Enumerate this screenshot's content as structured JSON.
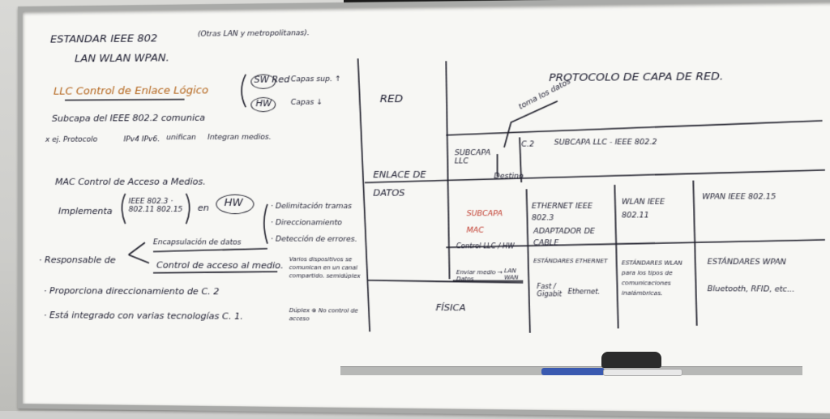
{
  "board": {
    "header": {
      "title": "ESTANDAR IEEE 802",
      "subtitle": "LAN WLAN WPAN.",
      "note": "(Otras LAN y metropolitanas)."
    },
    "left": {
      "llc_title": "LLC Control de Enlace Lógico",
      "sw_label": "SW Red",
      "sw_note": "Capas sup. ↑",
      "hw_label": "HW",
      "hw_note": "Capas ↓",
      "sublayer": "Subcapa del IEEE 802.2 comunica",
      "protocol_prefix": "x ej. Protocolo",
      "protocol_list": "IPv4 IPv6.",
      "unifican": "unifican",
      "integrar": "Integran medios.",
      "mac_title": "MAC Control de Acceso a Medios.",
      "implementa": "Implementa",
      "standards_list": "IEEE 802.3 · 802.11 802.15",
      "en_label": "en",
      "en_hw": "HW",
      "bullet_1": "· Delimitación tramas",
      "bullet_2": "· Direccionamiento",
      "bullet_3": "· Detección de errores.",
      "encapsulacion": "Encapsulación de datos",
      "responsable": "· Responsable de",
      "control_acceso": "Control de acceso al medio.",
      "varios": "Varios dispositivos se comunican en un canal compartido. semidúplex",
      "duplex": "Dúplex ⊗ No control de acceso",
      "proporciona": "· Proporciona direccionamiento de C. 2",
      "integrado": "· Está integrado con varias tecnologías C. 1."
    },
    "right": {
      "protocolo_red": "PROTOCOLO DE CAPA DE RED.",
      "red": "RED",
      "enlace_de_datos": "ENLACE DE DATOS",
      "fisica": "FÍSICA",
      "toma_datos": "toma los datos",
      "subcapa_llc": "SUBCAPA LLC",
      "c2": "C.2",
      "destino": "Destino",
      "subcapa_llc_ieee": "SUBCAPA LLC - IEEE 802.2",
      "subcapa_mac": "SUBCAPA MAC",
      "control_llc_hw": "Control LLC / HW",
      "enviar_medio": "Enviar medio → Datos",
      "lan_wan": "LAN WAN",
      "ethernet": "ETHERNET IEEE 802.3",
      "adaptador": "ADAPTADOR DE CABLE",
      "wlan": "WLAN IEEE 802.11",
      "wpan": "WPAN IEEE 802.15",
      "std_ethernet": "ESTÁNDARES ETHERNET",
      "fast_gigabit": "Fast / Gigabit",
      "ethernet_small": "Ethernet.",
      "std_wlan": "ESTÁNDARES WLAN para los tipos de comunicaciones inalámbricas.",
      "std_wpan": "ESTÁNDARES WPAN",
      "bluetooth": "Bluetooth, RFID, etc..."
    }
  }
}
